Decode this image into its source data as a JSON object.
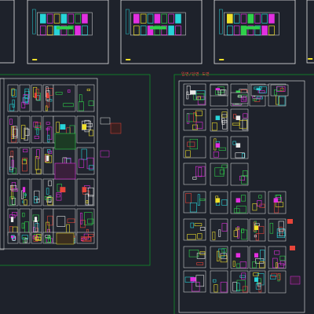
{
  "viewport": {
    "background_color": "#1e222b",
    "sheet_border_color": "#e8e8e8",
    "group_border_color": "#0f8f2a"
  },
  "colors": {
    "magenta": "#e22fe0",
    "cyan": "#28d3d8",
    "green": "#2fd14a",
    "yellow": "#f0e02a",
    "red": "#e6453a",
    "white": "#e8e8e8",
    "blue": "#3a5bff"
  },
  "right_group": {
    "title": "입면/단면 도면"
  },
  "top_sheets": {
    "count": 5,
    "partial_edge_sheets": 2
  },
  "left_group": {
    "rows": 6
  }
}
